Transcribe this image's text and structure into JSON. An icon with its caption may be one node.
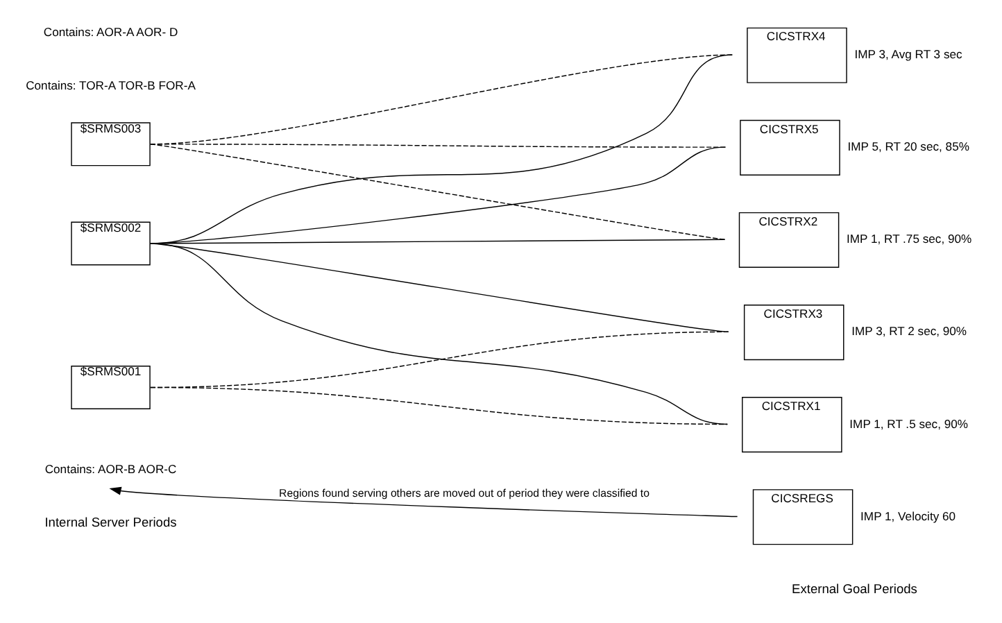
{
  "diagram": {
    "nodes": [
      {
        "text": [
          "Contains: AOR-A AOR- D"
        ]
      },
      {
        "text": [
          "$SRMS001"
        ]
      },
      {
        "text": [
          "Contains: TOR-A TOR-B FOR-A"
        ]
      },
      {
        "text": [
          "$SRMS002"
        ]
      },
      {
        "text": [
          "Contains: AOR-B AOR-C"
        ]
      },
      {
        "text": [
          "$SRMS003"
        ]
      },
      {
        "text": [
          "CICSTRX1"
        ],
        "beside": [
          "IMP 1, RT .5 sec, 90%"
        ]
      },
      {
        "text": [
          "CICSTRX2"
        ],
        "beside": [
          "IMP 1, RT .75 sec, 90%"
        ]
      },
      {
        "text": [
          "CICSTRX3"
        ],
        "beside": [
          "IMP 3, RT 2 sec, 90%"
        ]
      },
      {
        "text": [
          "CICSTRX4"
        ],
        "beside": [
          "IMP 3, Avg RT 3 sec"
        ]
      },
      {
        "text": [
          "CICSTRX5"
        ],
        "beside": [
          "IMP 5, RT 20 sec, 85%"
        ]
      },
      {
        "text": [
          "CICSREGS"
        ],
        "beside": [
          "IMP 1, Velocity 60"
        ]
      }
    ],
    "edges": [
      {
        "from": 1,
        "to": 6,
        "arrow": "none",
        "style": "dashed"
      },
      {
        "from": 1,
        "to": 8,
        "arrow": "none",
        "style": "dashed"
      },
      {
        "from": 3,
        "to": 6,
        "arrow": "none"
      },
      {
        "from": 3,
        "to": 7,
        "arrow": "none"
      },
      {
        "from": 3,
        "to": 8,
        "arrow": "none"
      },
      {
        "from": 3,
        "to": 9,
        "arrow": "none"
      },
      {
        "from": 3,
        "to": 10,
        "arrow": "none"
      },
      {
        "from": 5,
        "to": 7,
        "arrow": "none",
        "style": "dashed"
      },
      {
        "from": 5,
        "to": 9,
        "arrow": "none",
        "style": "dashed"
      },
      {
        "from": 5,
        "to": 10,
        "arrow": "none",
        "style": "dashed"
      },
      {
        "from": 11,
        "to": 4,
        "arrow": "to",
        "label": "Regions found serving others are moved out of period they were classified to"
      }
    ],
    "labels": [
      "Internal Server Periods",
      "External Goal Periods"
    ]
  }
}
